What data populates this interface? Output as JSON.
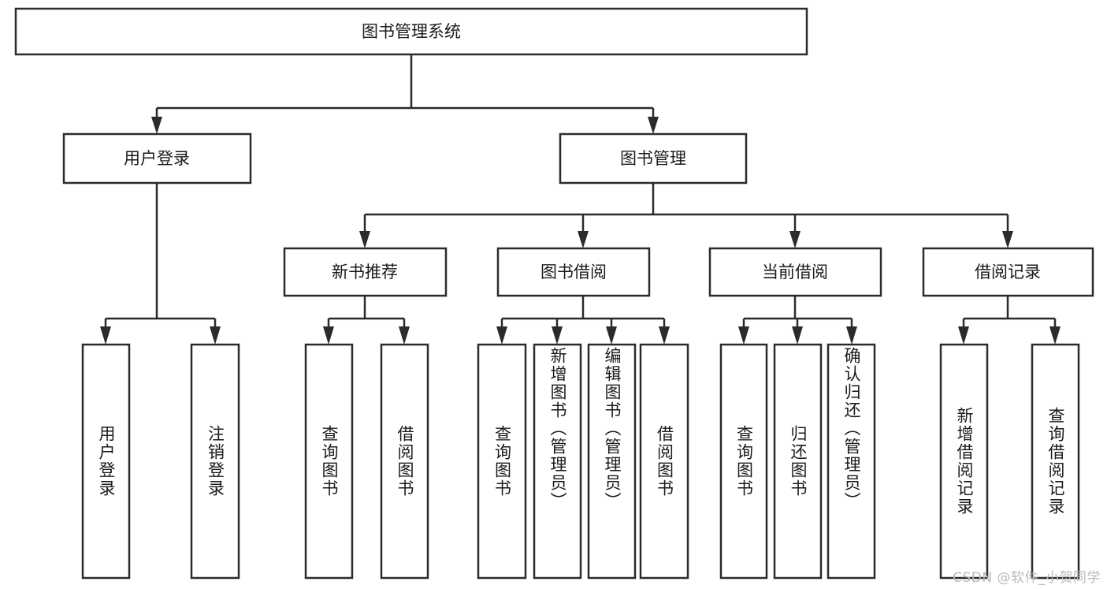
{
  "diagram": {
    "title": "图书管理系统",
    "type": "tree-hierarchy",
    "root": {
      "id": "root",
      "label": "图书管理系统"
    },
    "level2": [
      {
        "id": "user-login",
        "label": "用户登录"
      },
      {
        "id": "book-manage",
        "label": "图书管理"
      }
    ],
    "level3": [
      {
        "id": "new-book-recommend",
        "label": "新书推荐",
        "parent": "book-manage"
      },
      {
        "id": "book-borrow",
        "label": "图书借阅",
        "parent": "book-manage"
      },
      {
        "id": "current-borrow",
        "label": "当前借阅",
        "parent": "book-manage"
      },
      {
        "id": "borrow-record",
        "label": "借阅记录",
        "parent": "book-manage"
      }
    ],
    "leaves": [
      {
        "id": "leaf-user-login",
        "label": "用户登录",
        "parent": "user-login"
      },
      {
        "id": "leaf-user-logout",
        "label": "注销登录",
        "parent": "user-login"
      },
      {
        "id": "leaf-query-book-1",
        "label": "查询图书",
        "parent": "new-book-recommend"
      },
      {
        "id": "leaf-borrow-book-1",
        "label": "借阅图书",
        "parent": "new-book-recommend"
      },
      {
        "id": "leaf-query-book-2",
        "label": "查询图书",
        "parent": "book-borrow"
      },
      {
        "id": "leaf-add-book",
        "label": "新增图书（管理员）",
        "parent": "book-borrow"
      },
      {
        "id": "leaf-edit-book",
        "label": "编辑图书（管理员）",
        "parent": "book-borrow"
      },
      {
        "id": "leaf-borrow-book-2",
        "label": "借阅图书",
        "parent": "book-borrow"
      },
      {
        "id": "leaf-query-book-3",
        "label": "查询图书",
        "parent": "current-borrow"
      },
      {
        "id": "leaf-return-book",
        "label": "归还图书",
        "parent": "current-borrow"
      },
      {
        "id": "leaf-confirm-return",
        "label": "确认归还（管理员）",
        "parent": "current-borrow"
      },
      {
        "id": "leaf-add-record",
        "label": "新增借阅记录",
        "parent": "borrow-record"
      },
      {
        "id": "leaf-query-record",
        "label": "查询借阅记录",
        "parent": "borrow-record"
      }
    ],
    "watermark": "CSDN @软件_小贺同学",
    "colors": {
      "stroke": "#2b2b2b",
      "fill": "#ffffff",
      "text": "#1a1a1a",
      "background": "#ffffff",
      "watermark": "#b9b9b9"
    }
  }
}
